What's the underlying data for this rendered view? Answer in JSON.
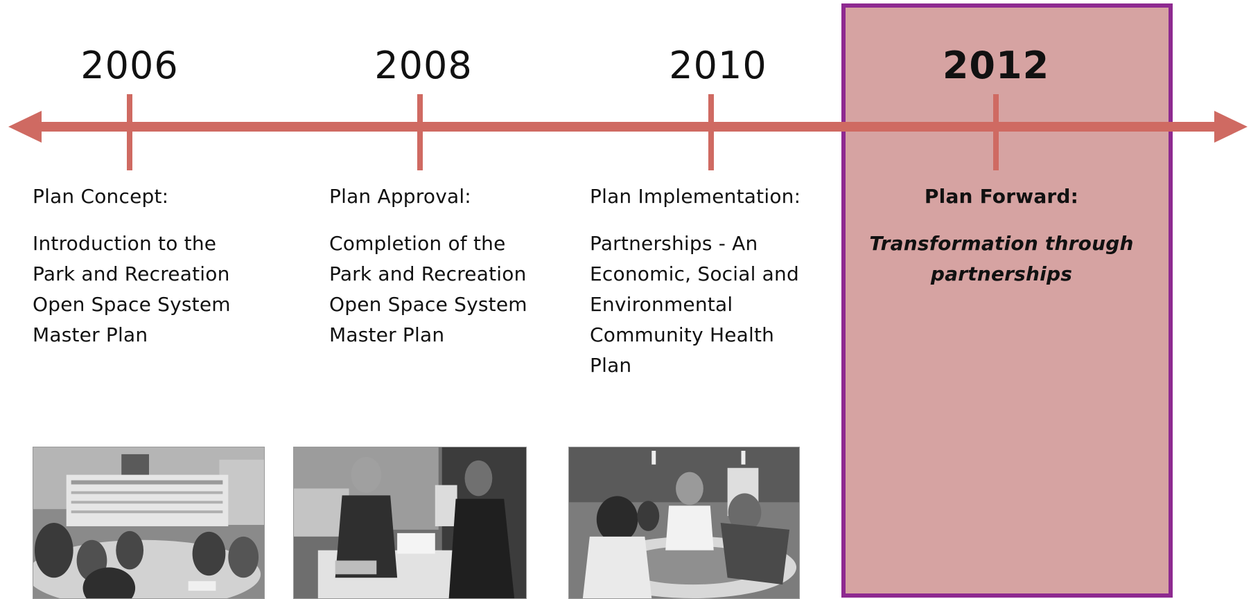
{
  "colors": {
    "timeline": "#cf6a62",
    "highlight_fill": "#d6a3a2",
    "highlight_border": "#8e2a90",
    "text": "#111111"
  },
  "timeline": {
    "milestones": [
      {
        "year": "2006",
        "heading": "Plan Concept:",
        "description": "Introduction to the\nPark and Recreation\nOpen Space System\nMaster Plan",
        "photo": "Black-and-white photo of a workshop meeting with participants seated at tables"
      },
      {
        "year": "2008",
        "heading": "Plan Approval:",
        "description": "Completion of the\nPark and Recreation\nOpen Space System\nMaster Plan",
        "photo": "Black-and-white photo of people discussing plans at an outdoor table"
      },
      {
        "year": "2010",
        "heading": "Plan Implementation:",
        "description": "Partnerships -  An\nEconomic, Social and\nEnvironmental\nCommunity Health\nPlan",
        "photo": "Black-and-white photo of a group gathered around a map on a round table"
      },
      {
        "year": "2012",
        "heading": "Plan Forward:",
        "description": "Transformation through\npartnerships",
        "highlighted": true
      }
    ]
  }
}
